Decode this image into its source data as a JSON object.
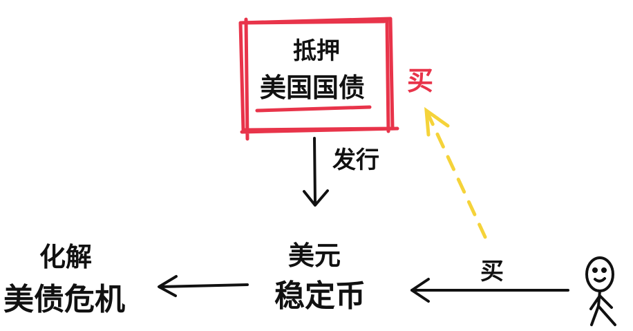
{
  "box": {
    "line1": "抵押",
    "line2": "美国国债"
  },
  "labels": {
    "issue": "发行",
    "buy_red": "买",
    "buy_black": "买",
    "stablecoin_line1": "美元",
    "stablecoin_line2": "稳定币",
    "resolve_line1": "化解",
    "resolve_line2": "美债危机"
  },
  "colors": {
    "box_outline": "#e8344a",
    "red_label": "#e8344a",
    "dashed_arrow": "#f5d33a",
    "ink": "#111111"
  },
  "icons": {
    "person": "stick-figure-icon"
  }
}
